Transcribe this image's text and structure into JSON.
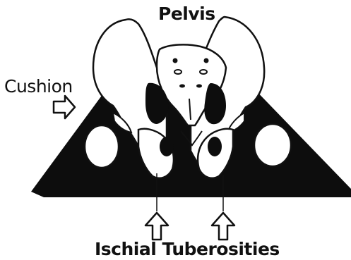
{
  "diagram": {
    "title": "Pelvis",
    "cushion_label": "Cushion",
    "tuberosities_label": "Ischial Tuberosities",
    "colors": {
      "ink": "#111111",
      "fill": "#ffffff",
      "cushion": "#0d0d0d"
    },
    "icons": [
      "right-arrow-icon",
      "up-arrow-icon",
      "up-arrow-icon"
    ]
  }
}
